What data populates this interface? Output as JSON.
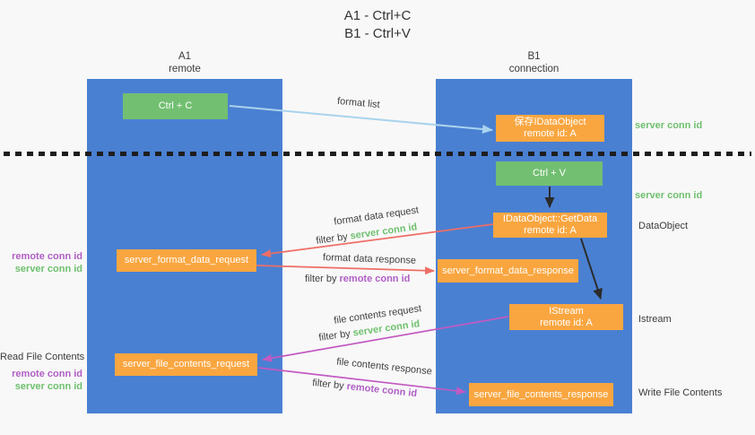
{
  "title": {
    "line1": "A1 - Ctrl+C",
    "line2": "B1 - Ctrl+V"
  },
  "lanes": {
    "left": {
      "name": "A1",
      "role": "remote"
    },
    "right": {
      "name": "B1",
      "role": "connection"
    }
  },
  "nodes": {
    "ctrl_c": {
      "label": "Ctrl + C"
    },
    "save_dataobject": {
      "line1": "保存IDataObject",
      "line2": "remote id: A"
    },
    "ctrl_v": {
      "label": "Ctrl + V"
    },
    "getdata": {
      "line1": "IDataObject::GetData",
      "line2": "remote id: A"
    },
    "format_request": {
      "label": "server_format_data_request"
    },
    "format_response": {
      "label": "server_format_data_response"
    },
    "istream": {
      "line1": "IStream",
      "line2": "remote id: A"
    },
    "file_request": {
      "label": "server_file_contents_request"
    },
    "file_response": {
      "label": "server_file_contents_response"
    }
  },
  "edge_labels": {
    "format_list": "format list",
    "format_data_request": "format data request",
    "format_data_response": "format data response",
    "file_contents_request": "file contents request",
    "file_contents_response": "file contents response",
    "filter_prefix": "filter by ",
    "server_conn_id": "server conn id",
    "remote_conn_id": "remote conn id"
  },
  "side_labels": {
    "server_conn_id_top": "server conn id",
    "server_conn_id_mid": "server conn id",
    "dataobject": "DataObject",
    "istream": "Istream",
    "write_file_contents": "Write File Contents",
    "read_file_contents": "Read File Contents",
    "remote_conn_id": "remote conn id",
    "server_conn_id": "server conn id"
  },
  "colors": {
    "bg": "#f8f8f8",
    "lane_blue": "#4a80d2",
    "node_green": "#72bf72",
    "node_orange": "#f9a640",
    "green_text": "#6ec06e",
    "purple_text": "#b05fc4",
    "arrow_red": "#ee6e66",
    "arrow_magenta": "#c25ac2",
    "arrow_lightblue": "#a9d3ed",
    "arrow_black": "#2b2b2b"
  }
}
